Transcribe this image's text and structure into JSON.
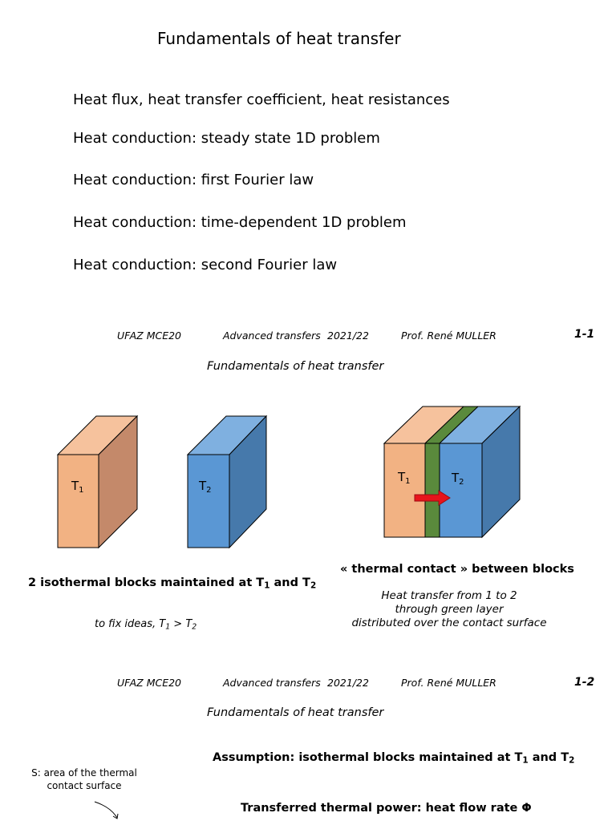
{
  "slide1": {
    "title": "Fundamentals of heat transfer",
    "bullets": [
      "Heat flux, heat transfer coefficient, heat resistances",
      "Heat conduction: steady state 1D problem",
      "Heat conduction: first Fourier law",
      "Heat conduction: time-dependent 1D problem",
      "Heat conduction: second Fourier law"
    ]
  },
  "footer": {
    "course": "UFAZ MCE20",
    "topic": "Advanced transfers",
    "year": "2021/22",
    "author": "Prof. René MULLER",
    "page1": "1-1",
    "page2": "1-2"
  },
  "slide2": {
    "subtitle": "Fundamentals of heat transfer",
    "block_labels": {
      "t": "T",
      "one": "1",
      "two": "2"
    },
    "left_caption_main": "2 isothermal blocks maintained at T",
    "left_caption_and": " and T",
    "fix_prefix": "to fix ideas, T",
    "fix_gt": " > T",
    "contact_title": "« thermal contact » between blocks",
    "contact_desc": [
      "Heat transfer from 1 to 2",
      "through green layer",
      "distributed over the contact surface"
    ],
    "colors": {
      "block1_front": "#f2b283",
      "block1_top": "#f6c29d",
      "block1_side": "#c4896a",
      "block2_front": "#5a97d4",
      "block2_top": "#7fb0e0",
      "block2_side": "#4679ab",
      "layer": "#5a8a3c",
      "arrow": "#e8141b"
    }
  },
  "slide3": {
    "subtitle": "Fundamentals of heat transfer",
    "assumption": "Assumption: isothermal blocks maintained at T",
    "assumption_and": " and T",
    "area_note": [
      "S: area of the thermal",
      "contact surface"
    ],
    "power": "Transferred thermal power: heat flow rate Φ"
  }
}
